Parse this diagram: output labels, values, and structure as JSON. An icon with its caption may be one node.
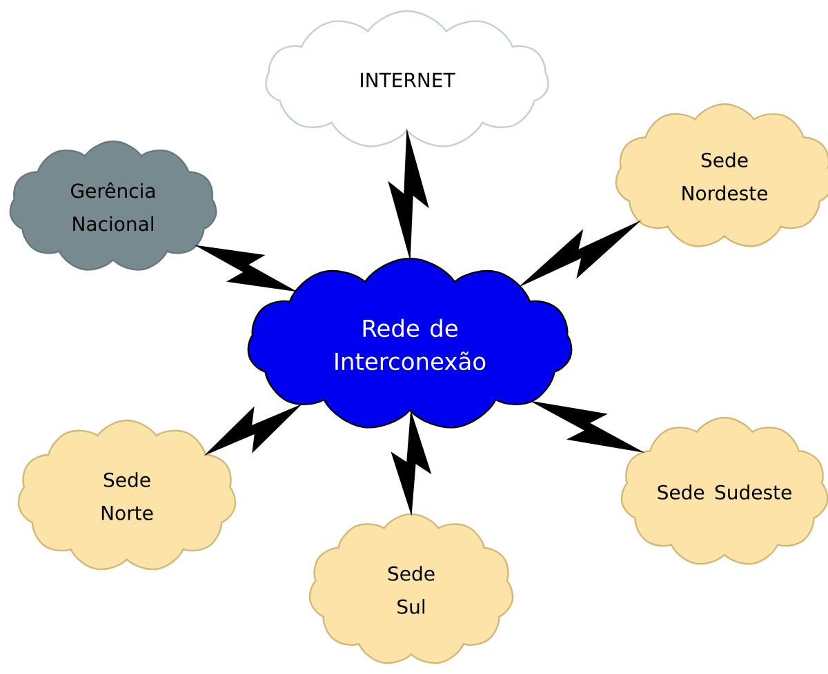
{
  "diagram": {
    "nodes": [
      {
        "text": [
          "INTERNET"
        ]
      },
      {
        "text": [
          "Gerência Nacional"
        ]
      },
      {
        "text": [
          "Sede Nordeste"
        ]
      },
      {
        "text": [
          "Rede de Interconexão"
        ]
      },
      {
        "text": [
          "Sede Norte"
        ]
      },
      {
        "text": [
          "Sede Sudeste"
        ]
      },
      {
        "text": [
          "Sede Sul"
        ]
      }
    ],
    "edges": [
      {
        "from": 3,
        "to": 0,
        "arrow": "none"
      },
      {
        "from": 3,
        "to": 1,
        "arrow": "none"
      },
      {
        "from": 3,
        "to": 2,
        "arrow": "none"
      },
      {
        "from": 3,
        "to": 4,
        "arrow": "none"
      },
      {
        "from": 3,
        "to": 5,
        "arrow": "none"
      },
      {
        "from": 3,
        "to": 6,
        "arrow": "none"
      }
    ]
  }
}
